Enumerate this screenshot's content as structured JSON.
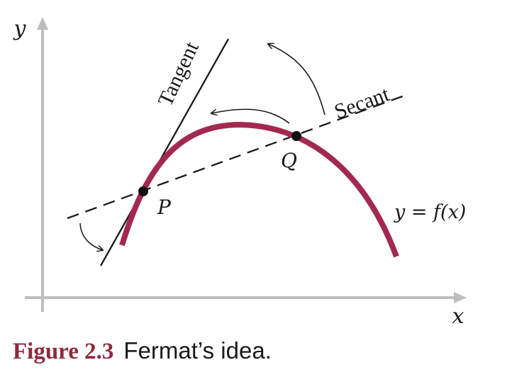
{
  "figure": {
    "axis_x_label": "x",
    "axis_y_label": "y",
    "tangent_label": "Tangent",
    "secant_label": "Secant",
    "point_p_label": "P",
    "point_q_label": "Q",
    "curve_label": "y = f(x)"
  },
  "caption": {
    "label": "Figure 2.3",
    "text": "Fermat’s idea."
  },
  "colors": {
    "curve": "#a3294f",
    "caption_label": "#8c2a40",
    "axes": "#bdbdbd",
    "ink": "#1a1a1a"
  }
}
